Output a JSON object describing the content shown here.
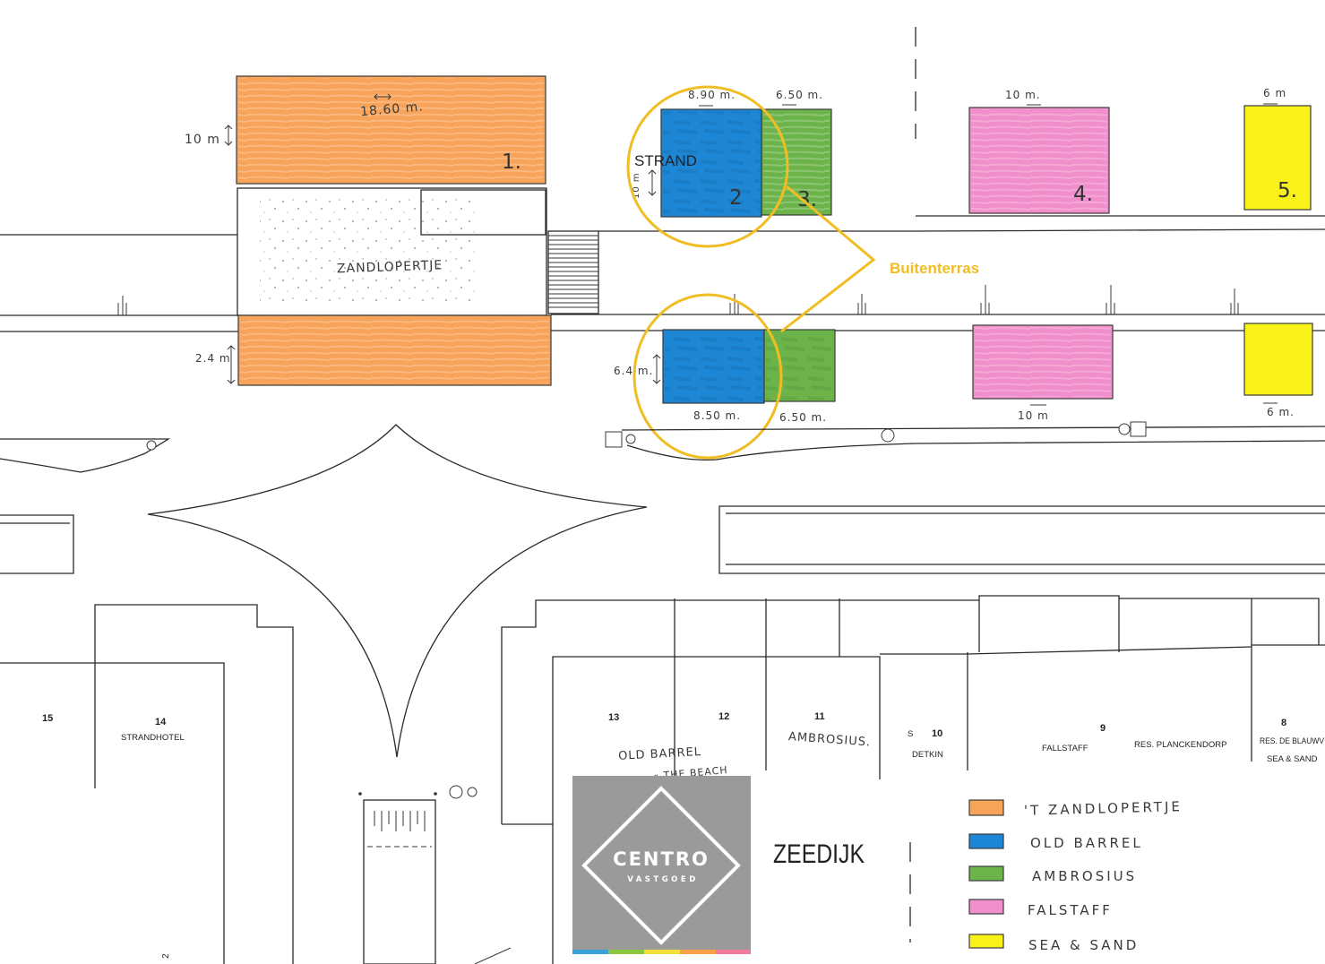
{
  "colors": {
    "zandlopertje": "#f8a35a",
    "old_barrel": "#1d87d5",
    "ambrosius": "#6cb44a",
    "falstaff": "#f08fcb",
    "sea_and_sand": "#f8f21a",
    "callout": "#f1bd24",
    "logo_gray": "#9a9a9a"
  },
  "terraces": {
    "t1": {
      "number": "1.",
      "width": "18.60 m.",
      "depth": "10 m"
    },
    "t1_lower": {
      "depth": "2.4 m"
    },
    "t2": {
      "number": "2",
      "width": "8.90 m.",
      "depth": "10 m"
    },
    "t3": {
      "number": "3.",
      "width": "6.50 m."
    },
    "t4": {
      "number": "4.",
      "width": "10 m."
    },
    "t5": {
      "number": "5.",
      "width": "6 m"
    },
    "t2_lower": {
      "width": "8.50 m.",
      "depth": "6.4 m."
    },
    "t3_lower": {
      "width": "6.50 m."
    },
    "t4_lower": {
      "width": "10 m"
    },
    "t5_lower": {
      "width": "6 m."
    }
  },
  "labels": {
    "strand": "STRAND",
    "zandlopertje": "ZANDLOPERTJE",
    "buitenterras": "Buitenterras",
    "zeedijk": "ZEEDIJK",
    "edge_mark": "2"
  },
  "buildings": {
    "b15": {
      "number": "15"
    },
    "b14": {
      "number": "14",
      "name": "STRANDHOTEL"
    },
    "b13": {
      "number": "13"
    },
    "b12": {
      "number": "12"
    },
    "b11": {
      "number": "11"
    },
    "b10": {
      "prefix": "S",
      "number": "10",
      "name": "DETKIN"
    },
    "b9": {
      "number": "9",
      "name": "FALLSTAFF",
      "name_2": "RES. PLANCKENDORP"
    },
    "b8": {
      "number": "8",
      "name": "RES. DE BLAUWV",
      "name_2": "SEA & SAND"
    }
  },
  "handwritten": {
    "old_barrel": "OLD BARREL",
    "the_beach": "« THE BEACH",
    "ambrosius": "AMBROSIUS."
  },
  "legend": [
    {
      "label": "'T ZANDLOPERTJE",
      "color": "#f8a35a"
    },
    {
      "label": "OLD BARREL",
      "color": "#1d87d5"
    },
    {
      "label": "AMBROSIUS",
      "color": "#6cb44a"
    },
    {
      "label": "FALSTAFF",
      "color": "#f08fcb"
    },
    {
      "label": "SEA & SAND",
      "color": "#f8f21a"
    }
  ],
  "logo": {
    "name": "CENTRO",
    "tagline": "VASTGOED"
  }
}
